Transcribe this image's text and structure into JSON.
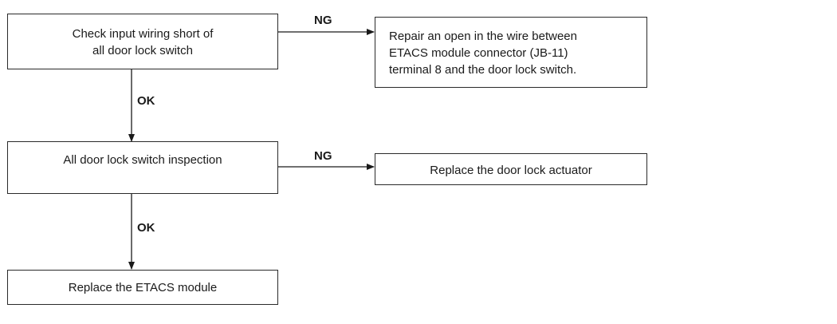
{
  "flowchart": {
    "step1": {
      "lines": [
        "Check input wiring short of",
        "all door lock switch"
      ]
    },
    "step1_fail": {
      "lines": [
        "Repair an open in the wire between",
        "ETACS module connector (JB-11)",
        "terminal 8 and the door lock switch."
      ]
    },
    "step2": {
      "lines": [
        "All door lock switch inspection"
      ]
    },
    "step2_fail": {
      "lines": [
        "Replace the door lock actuator"
      ]
    },
    "step3": {
      "lines": [
        "Replace the ETACS module"
      ]
    },
    "labels": {
      "ng_1": "NG",
      "ok_1": "OK",
      "ng_2": "NG",
      "ok_2": "OK"
    }
  }
}
